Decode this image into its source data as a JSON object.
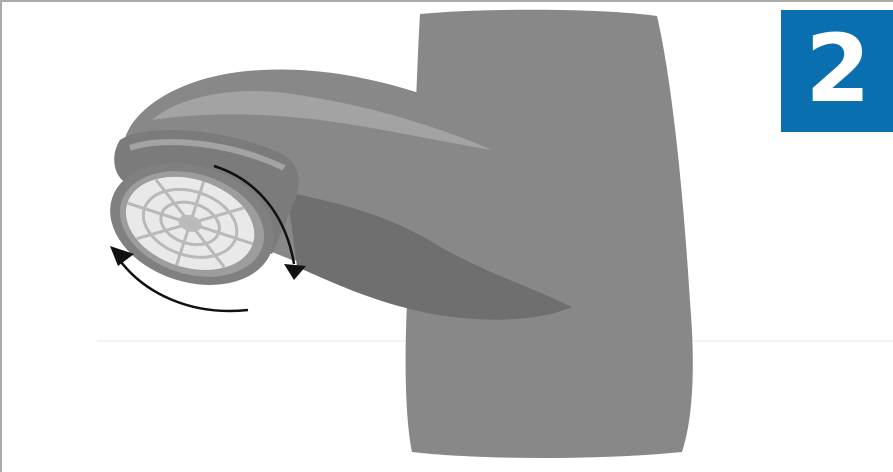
{
  "step": {
    "number": "2"
  },
  "colors": {
    "badge_background": "#0a6fae",
    "badge_text": "#ffffff",
    "faucet_body": "#888888",
    "faucet_shadow": "#6f6f70",
    "faucet_highlight": "#a3a3a4",
    "aerator_screen": "#e9e9e9",
    "arrow": "#111111",
    "frame_border": "#a9aaac"
  },
  "icons": {
    "faucet": "faucet-illustration",
    "aerator": "aerator-screen-icon",
    "rotation_arrows": "counterclockwise-rotation-arrows"
  }
}
